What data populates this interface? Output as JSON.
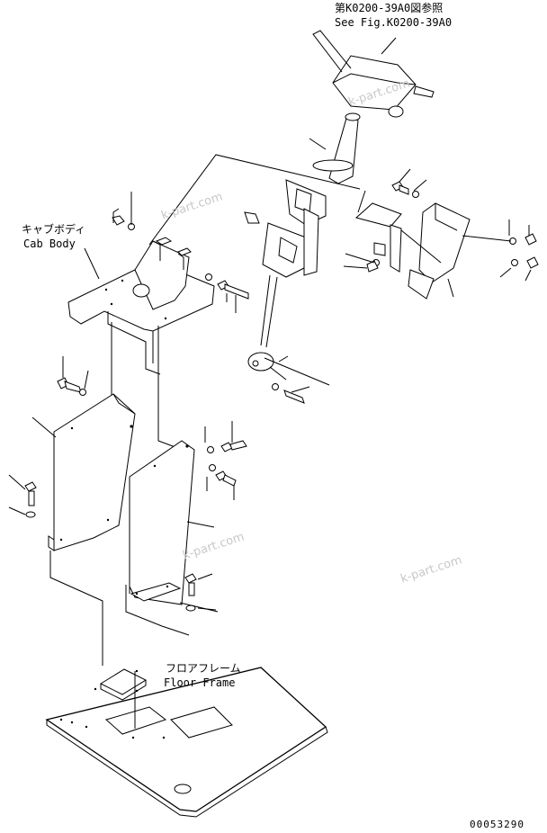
{
  "labels": {
    "ref_jp": "第K0200-39A0図参照",
    "ref_en": "See Fig.K0200-39A0",
    "cab_jp": "キャブボディ",
    "cab_en": "Cab Body",
    "floor_jp": "フロアフレーム",
    "floor_en": "Floor Frame",
    "drawing_no": "00053290"
  },
  "watermarks": [
    "k-part.com",
    "k-part.com",
    "k-part.com",
    "k-part.com"
  ]
}
